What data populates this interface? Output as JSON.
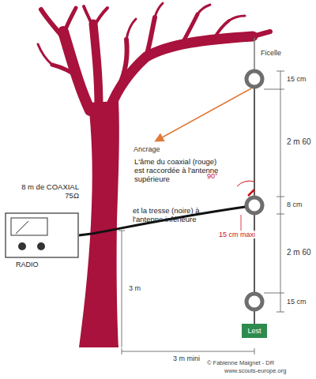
{
  "diagram": {
    "nodes": [
      {
        "text": [
          "RADIO"
        ]
      },
      {
        "text": [
          "Lest"
        ]
      }
    ],
    "labels": [
      "Ficelle",
      "15 cm",
      "2 m 60",
      "Ancrage",
      "L'âme du coaxial (rouge) est raccordée à l'antenne supérieure",
      "90°",
      "8 m de COAXIAL 75Ω",
      "8 cm",
      "et la tresse (noire) à l'antenne inférieure",
      "15 cm maxi",
      "2 m 60",
      "15 cm",
      "3 m",
      "3 m mini",
      "© Fabienne Maignet - DR",
      "www.scouts-europe.org"
    ]
  }
}
